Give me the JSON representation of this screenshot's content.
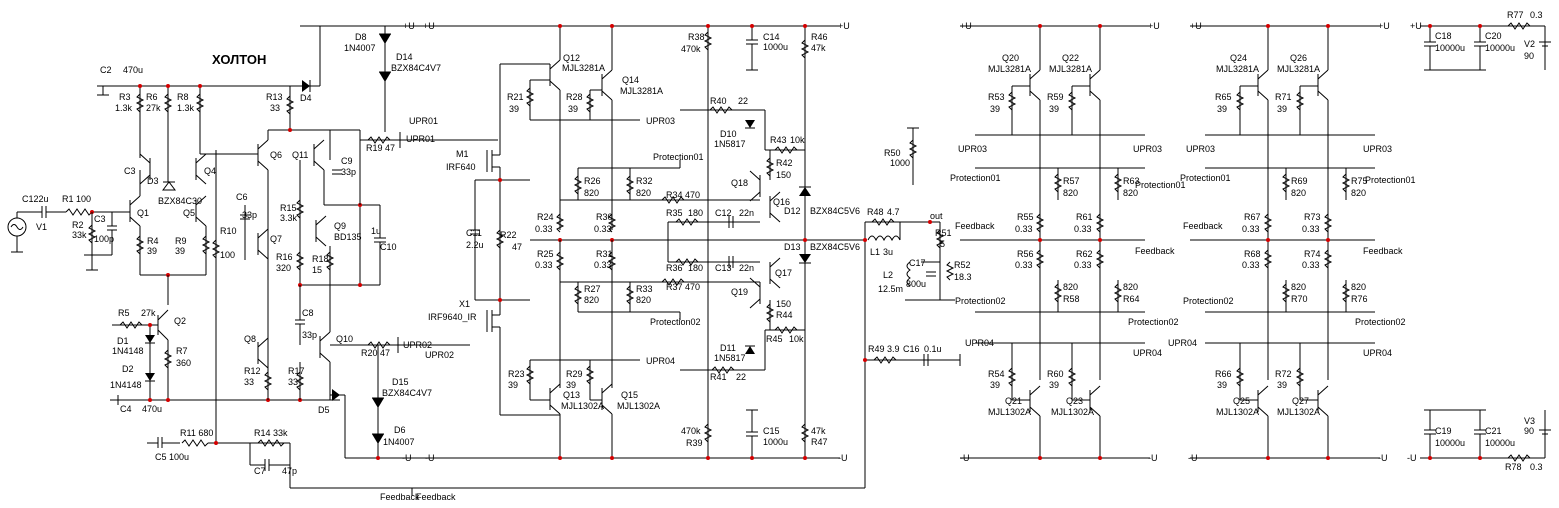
{
  "title": "ХОЛТОН",
  "rails": {
    "pos": "+U",
    "neg": "-U"
  },
  "nets": {
    "upr01": "UPR01",
    "upr02": "UPR02",
    "upr03": "UPR03",
    "upr04": "UPR04",
    "prot1": "Protection01",
    "prot2": "Protection02",
    "feedback": "Feedback",
    "out": "out"
  },
  "labels": {
    "C2": "C2",
    "C2v": "470u",
    "R3": "R3",
    "R3v": "1.3k",
    "R6": "R6",
    "R6v": "27k",
    "R8": "R8",
    "R8v": "1.3k",
    "R13": "R13",
    "R13v": "33",
    "D4": "D4",
    "D8": "D8",
    "D8v": "1N4007",
    "D14": "D14",
    "D14v": "BZX84C4V7",
    "C3a": "C3",
    "D3": "D3",
    "Q4": "Q4",
    "Q6": "Q6",
    "Q11": "Q11",
    "C9": "C9",
    "C9v": "33p",
    "R19": "R19 47",
    "C1": "C122u",
    "R1": "R1 100",
    "V1": "V1",
    "R2": "R2",
    "R2v": "33k",
    "C3": "C3",
    "C3v": "100p",
    "Q1": "Q1",
    "BZ": "BZX84C30",
    "Q5": "Q5",
    "R4": "R4",
    "R4v": "39",
    "R9": "R9",
    "R9v": "39",
    "R10": "R10",
    "R10v": "100",
    "C6": "C6",
    "C6v": "33p",
    "Q7": "Q7",
    "R15": "R15",
    "R15v": "3.3k",
    "Q9": "Q9",
    "Q9v": "BD135",
    "C10": "C10",
    "C10v": "1u",
    "R16": "R16",
    "R16v": "320",
    "R18": "R18",
    "R18v": "15",
    "R5": "R5",
    "R5v": "27k",
    "Q2": "Q2",
    "D1": "D1",
    "D1v": "1N4148",
    "D2": "D2",
    "D2v": "1N4148",
    "R7": "R7",
    "R7v": "360",
    "C8": "C8",
    "C8v": "33p",
    "Q8": "Q8",
    "Q10": "Q10",
    "R20": "R20 47",
    "R12": "R12",
    "R12v": "33",
    "R17": "R17",
    "R17v": "33",
    "C4": "C4",
    "C4v": "470u",
    "D5": "D5",
    "D15": "D15",
    "D15v": "BZX84C4V7",
    "R11": "R11 680",
    "C5": "C5 100u",
    "R14": "R14 33k",
    "C7": "C7",
    "C7v": "47p",
    "D6": "D6",
    "D6v": "1N4007",
    "M1": "M1",
    "M1v": "IRF640",
    "C11": "C11",
    "C11v": "2.2u",
    "R22": "R22",
    "R22v": "47",
    "X1": "X1",
    "X1v": "IRF9640_IR",
    "Q12": "Q12",
    "Q12v": "MJL3281A",
    "Q14": "Q14",
    "Q14v": "MJL3281A",
    "R21": "R21",
    "R21v": "39",
    "R28": "R28",
    "R28v": "39",
    "R38": "R38",
    "R38v": "470k",
    "C14": "C14",
    "C14v": "1000u",
    "R46": "R46",
    "R46v": "47k",
    "R40": "R40",
    "R40v": "22",
    "D10": "D10",
    "D10v": "1N5817",
    "R43": "R43",
    "R43v": "10k",
    "R42": "R42",
    "R42v": "150",
    "Q18": "Q18",
    "Q16": "Q16",
    "D12": "D12",
    "D12v": "BZX84C5V6",
    "D13": "D13",
    "D13v": "BZX84C5V6",
    "R26": "R26",
    "R26v": "820",
    "R32": "R32",
    "R32v": "820",
    "R34": "R34 470",
    "R24": "R24",
    "R24v": "0.33",
    "R30": "R30",
    "R30v": "0.33",
    "R35": "R35",
    "R35v": "180",
    "C12": "C12",
    "C12v": "22n",
    "R25": "R25",
    "R25v": "0.33",
    "R31": "R31",
    "R31v": "0.33",
    "R36": "R36",
    "R36v": "180",
    "C13": "C13",
    "C13v": "22n",
    "Q17": "Q17",
    "Q19": "Q19",
    "R27": "R27",
    "R27v": "820",
    "R33": "R33",
    "R33v": "820",
    "R37": "R37 470",
    "R44": "R44",
    "R44v": "150",
    "R45": "R45",
    "R45v": "10k",
    "D11": "D11",
    "D11v": "1N5817",
    "R41": "R41",
    "R41v": "22",
    "R23": "R23",
    "R23v": "39",
    "R29": "R29",
    "R29v": "39",
    "Q13": "Q13",
    "Q13v": "MJL1302A",
    "Q15": "Q15",
    "Q15v": "MJL1302A",
    "R39": "R39",
    "R39v": "470k",
    "C15": "C15",
    "C15v": "1000u",
    "R47": "R47",
    "R47v": "47k",
    "R50": "R50",
    "R50v": "1000",
    "R48": "R48",
    "R48v": "4.7",
    "L1": "L1",
    "L1v": "3u",
    "R51": "R51",
    "R51v": "5",
    "L2": "L2",
    "L2v": "12.5m",
    "C17": "C17",
    "C17v": "800u",
    "R52": "R52",
    "R52v": "18.3",
    "R49": "R49",
    "R49v": "3.9",
    "C16": "C16",
    "C16v": "0.1u",
    "Q20": "Q20",
    "Q20v": "MJL3281A",
    "Q22": "Q22",
    "Q22v": "MJL3281A",
    "R53": "R53",
    "R53v": "39",
    "R59": "R59",
    "R59v": "39",
    "R57": "R57",
    "R57v": "820",
    "R63": "R63",
    "R63v": "820",
    "R55": "R55",
    "R55v": "0.33",
    "R61": "R61",
    "R61v": "0.33",
    "R56": "R56",
    "R56v": "0.33",
    "R62": "R62",
    "R62v": "0.33",
    "R58": "R58",
    "R58v": "820",
    "R64": "R64",
    "R64v": "820",
    "R54": "R54",
    "R54v": "39",
    "R60": "R60",
    "R60v": "39",
    "Q21": "Q21",
    "Q21v": "MJL1302A",
    "Q23": "Q23",
    "Q23v": "MJL1302A",
    "Q24": "Q24",
    "Q24v": "MJL3281A",
    "Q26": "Q26",
    "Q26v": "MJL3281A",
    "R65": "R65",
    "R65v": "39",
    "R71": "R71",
    "R71v": "39",
    "R69": "R69",
    "R69v": "820",
    "R75": "R75",
    "R75v": "820",
    "R67": "R67",
    "R67v": "0.33",
    "R73": "R73",
    "R73v": "0.33",
    "R68": "R68",
    "R68v": "0.33",
    "R74": "R74",
    "R74v": "0.33",
    "R70": "R70",
    "R70v": "820",
    "R76": "R76",
    "R76v": "820",
    "R66": "R66",
    "R66v": "39",
    "R72": "R72",
    "R72v": "39",
    "Q25": "Q25",
    "Q25v": "MJL1302A",
    "Q27": "Q27",
    "Q27v": "MJL1302A",
    "C18": "C18",
    "C18v": "10000u",
    "C20": "C20",
    "C20v": "10000u",
    "R77": "R77",
    "R77v": "0.3",
    "V2": "V2",
    "V2v": "90",
    "C19": "C19",
    "C19v": "10000u",
    "C21": "C21",
    "C21v": "10000u",
    "R78": "R78",
    "R78v": "0.3",
    "V3": "V3",
    "V3v": "90"
  }
}
